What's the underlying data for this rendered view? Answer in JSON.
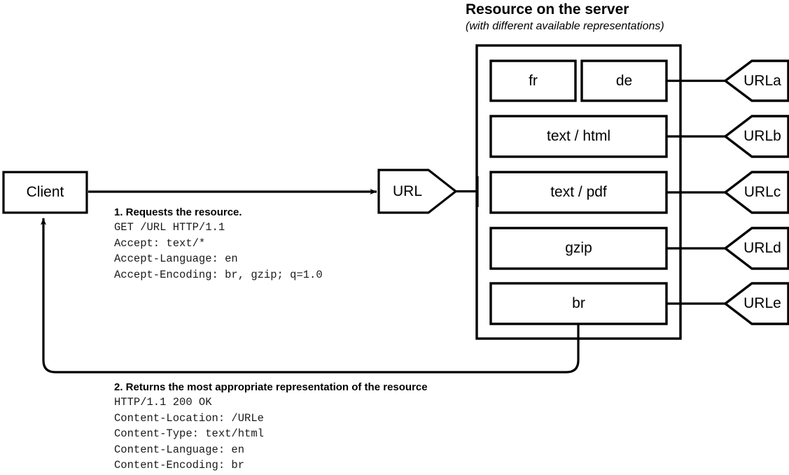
{
  "server": {
    "heading": "Resource on the server",
    "subheading": "(with different available representations)",
    "representations": [
      {
        "label": "fr",
        "group": "language",
        "url": "URLa"
      },
      {
        "label": "de",
        "group": "language",
        "url": "URLa"
      },
      {
        "label": "text / html",
        "group": "media-type",
        "url": "URLb"
      },
      {
        "label": "text / pdf",
        "group": "media-type",
        "url": "URLc"
      },
      {
        "label": "gzip",
        "group": "encoding",
        "url": "URLd"
      },
      {
        "label": "br",
        "group": "encoding",
        "url": "URLe"
      }
    ],
    "urls": [
      "URLa",
      "URLb",
      "URLc",
      "URLd",
      "URLe"
    ]
  },
  "client": {
    "label": "Client"
  },
  "url_node": {
    "label": "URL"
  },
  "request": {
    "title": "1. Requests the resource.",
    "lines": "GET /URL HTTP/1.1\nAccept: text/*\nAccept-Language: en\nAccept-Encoding: br, gzip; q=1.0"
  },
  "response": {
    "title": "2. Returns the most appropriate representation of the resource",
    "lines": "HTTP/1.1 200 OK\nContent-Location: /URLe\nContent-Type: text/html\nContent-Language: en\nContent-Encoding: br"
  },
  "colors": {
    "stroke": "#000000",
    "background": "#ffffff",
    "text": "#000000",
    "mono_text": "#1a1a1a"
  }
}
